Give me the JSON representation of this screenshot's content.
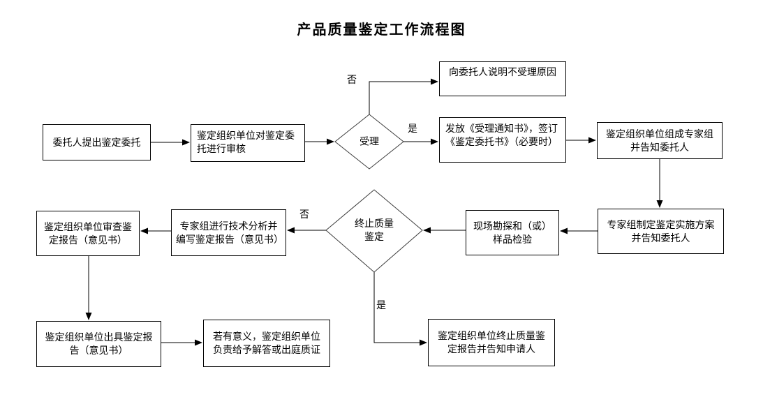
{
  "title": "产品质量鉴定工作流程图",
  "flowchart": {
    "nodes": {
      "entrust": "委托人提出鉴定委托",
      "review": "鉴定组织单位对鉴定委\n托进行审核",
      "explain_rejection": "向委托人说明不受理原因",
      "issue_notice": "发放《受理通知书》，签订\n《鉴定委托书》（必要时）",
      "form_expert_panel": "鉴定组织单位组成专家组\n并告知委托人",
      "make_plan": "专家组制定鉴定实施方案\n并告知委托人",
      "site_survey": "现场勘探和（或）\n样品检验",
      "tech_analysis": "专家组进行技术分析并\n编写鉴定报告（意见书）",
      "audit_report": "鉴定组织单位审查鉴\n定报告（意见书）",
      "issue_report": "鉴定组织单位出具鉴定报\n告（意见书）",
      "answer_testify": "若有意义，鉴定组织单位\n负责给予解答或出庭质证",
      "terminate_notify": "鉴定组织单位终止质量鉴\n定报告并告知申请人"
    },
    "decisions": {
      "accept": "受理",
      "terminate_quality": "终止质量\n鉴定"
    },
    "branch_labels": {
      "accept_no": "否",
      "accept_yes": "是",
      "terminate_no": "否",
      "terminate_yes": "是"
    }
  }
}
